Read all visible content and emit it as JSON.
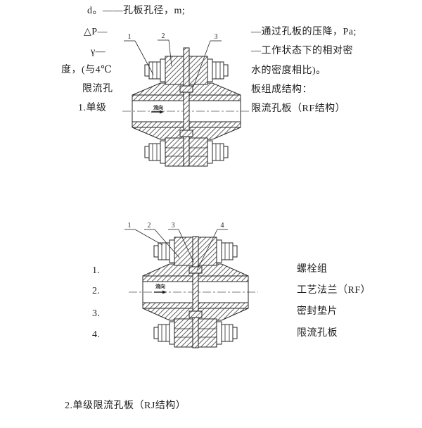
{
  "colors": {
    "ink": "#1f1f1f",
    "line": "#262626",
    "background": "#ffffff"
  },
  "definitions": {
    "left": [
      "d。——孔板孔径，m;",
      "△P—",
      "γ—",
      "度，(与4℃",
      "限流孔",
      "1.单级"
    ],
    "right": [
      "—通过孔板的压降，Pa;",
      "—工作状态下的相对密",
      "水的密度相比)。",
      "板组成结构：",
      "限流孔板（RF结构）"
    ]
  },
  "figure1": {
    "callouts": [
      "1",
      "2",
      "3"
    ],
    "flow_label": "流向"
  },
  "figure2": {
    "callouts": [
      "1",
      "2",
      "3",
      "4"
    ],
    "flow_label": "流向"
  },
  "parts_list": {
    "numbers": [
      "1.",
      "2.",
      "3.",
      "4."
    ],
    "labels": [
      "螺栓组",
      "工艺法兰（RF）",
      "密封垫片",
      "限流孔板"
    ]
  },
  "section_heading": "2.单级限流孔板（RJ结构）"
}
